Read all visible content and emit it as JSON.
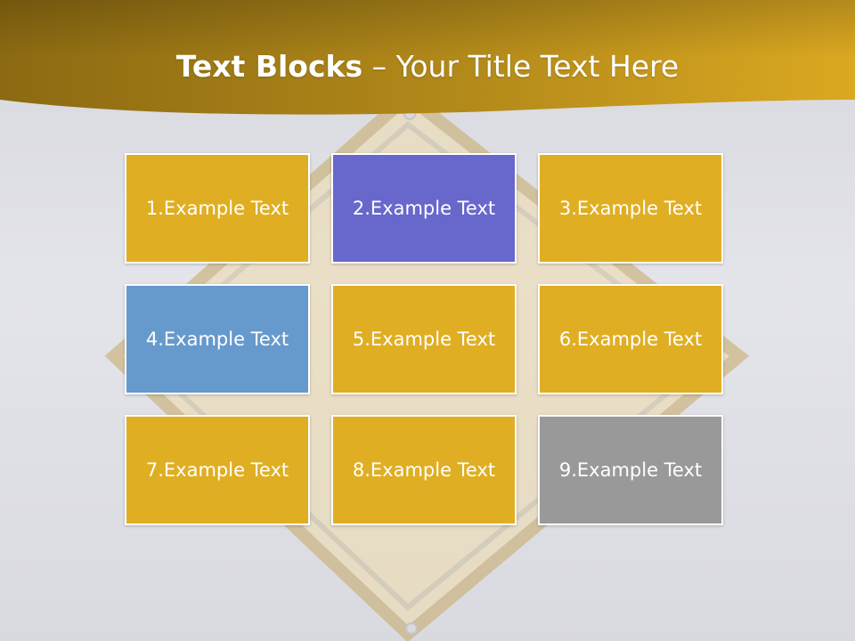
{
  "title": {
    "bold": "Text Blocks",
    "rest": " – Your Title Text Here"
  },
  "colors": {
    "header_dark": "#8c6a12",
    "header_light": "#dba821",
    "block_yellow": "#e0ae22",
    "block_purple": "#6767cc",
    "block_blue": "#6699cc",
    "block_gray": "#999999",
    "sign_fill": "#efdcb0"
  },
  "background": {
    "sign_icon": "road-sign-icon",
    "bolt_icon": "bolt-icon"
  },
  "blocks": [
    {
      "label": "1.Example Text",
      "color": "#e0ae22"
    },
    {
      "label": "2.Example Text",
      "color": "#6767cc"
    },
    {
      "label": "3.Example Text",
      "color": "#e0ae22"
    },
    {
      "label": "4.Example Text",
      "color": "#6699cc"
    },
    {
      "label": "5.Example Text",
      "color": "#e0ae22"
    },
    {
      "label": "6.Example Text",
      "color": "#e0ae22"
    },
    {
      "label": "7.Example Text",
      "color": "#e0ae22"
    },
    {
      "label": "8.Example Text",
      "color": "#e0ae22"
    },
    {
      "label": "9.Example Text",
      "color": "#999999"
    }
  ]
}
